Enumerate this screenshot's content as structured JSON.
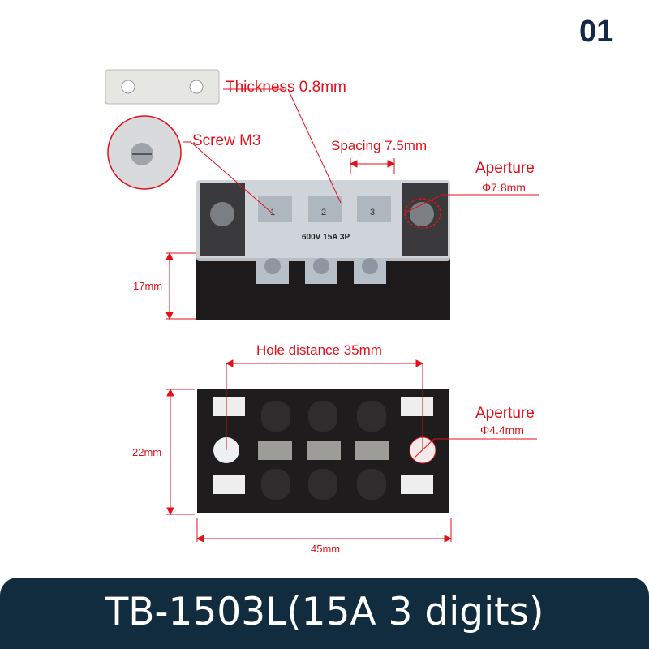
{
  "page_number": "01",
  "labels": {
    "thickness": "Thickness 0.8mm",
    "screw": "Screw M3",
    "spacing": "Spacing 7.5mm",
    "aperture_top": "Aperture",
    "aperture_top_size": "Φ7.8mm",
    "height_top": "17mm",
    "hole_distance": "Hole distance 35mm",
    "aperture_bottom": "Aperture",
    "aperture_bottom_size": "Φ4.4mm",
    "height_bottom": "22mm",
    "width": "45mm"
  },
  "product_markings": {
    "rating": "600V 15A 3P",
    "terminals": [
      "1",
      "2",
      "3"
    ]
  },
  "title": "TB-1503L(15A 3 digits)",
  "colors": {
    "annotation": "#e3101c",
    "banner": "#112b3f",
    "number": "#14294a"
  }
}
